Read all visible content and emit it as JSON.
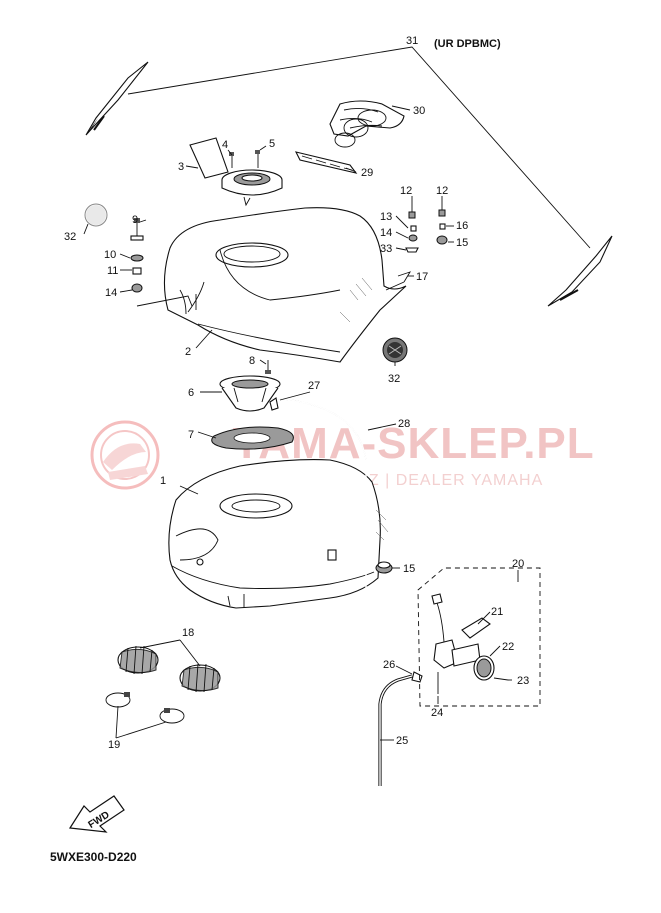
{
  "diagram": {
    "variant_note": "(UR DPBMC)",
    "drawing_code": "5WXE300-D220",
    "fwd_label": "FWD",
    "watermark": {
      "brand": "YAMA-SKLEP.PL",
      "dealer": "WOJCIECHOWICZ | DEALER YAMAHA"
    },
    "callouts": [
      "1",
      "2",
      "3",
      "4",
      "5",
      "6",
      "7",
      "8",
      "9",
      "10",
      "11",
      "12",
      "12",
      "13",
      "14",
      "14",
      "15",
      "15",
      "16",
      "17",
      "18",
      "19",
      "20",
      "21",
      "22",
      "23",
      "24",
      "25",
      "26",
      "27",
      "28",
      "29",
      "30",
      "31",
      "32",
      "32",
      "33"
    ]
  }
}
